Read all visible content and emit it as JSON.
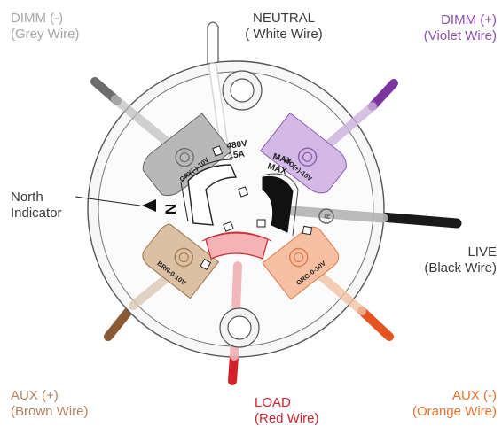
{
  "labels": {
    "dimm_minus": {
      "line1": "DIMM (-)",
      "line2": "(Grey Wire)",
      "color": "#a7a7a7"
    },
    "neutral": {
      "line1": "NEUTRAL",
      "line2": "( White Wire)",
      "color": "#3a3a3a"
    },
    "dimm_plus": {
      "line1": "DIMM (+)",
      "line2": "(Violet Wire)",
      "color": "#8d4fb0"
    },
    "north": {
      "line1": "North",
      "line2": "Indicator",
      "color": "#3a3a3a"
    },
    "live": {
      "line1": "LIVE",
      "line2": "(Black Wire)",
      "color": "#3a3a3a"
    },
    "aux_plus": {
      "line1": "AUX (+)",
      "line2": "(Brown Wire)",
      "color": "#b0845e"
    },
    "load": {
      "line1": "LOAD",
      "line2": "(Red Wire)",
      "color": "#d0242e"
    },
    "aux_minus": {
      "line1": "AUX (-)",
      "line2": "(Orange Wire)",
      "color": "#e8722c"
    }
  },
  "terminals": {
    "grey": "GRY(-)-10V",
    "violet": "VIO(+)-10V",
    "brown": "BRN-0-10V",
    "orange": "ORG-0-10V"
  },
  "ratings": {
    "v480": "480V",
    "a15": "15A",
    "max1": "MAX",
    "max2": "MAX"
  },
  "north_mark": "N",
  "wire_colors": {
    "grey": "#6d6d6d",
    "violet": "#7a35a0",
    "black": "#1a1a1a",
    "orange": "#e5531e",
    "red": "#d31f2a",
    "brown": "#8a5a34",
    "white": "#ffffff"
  }
}
